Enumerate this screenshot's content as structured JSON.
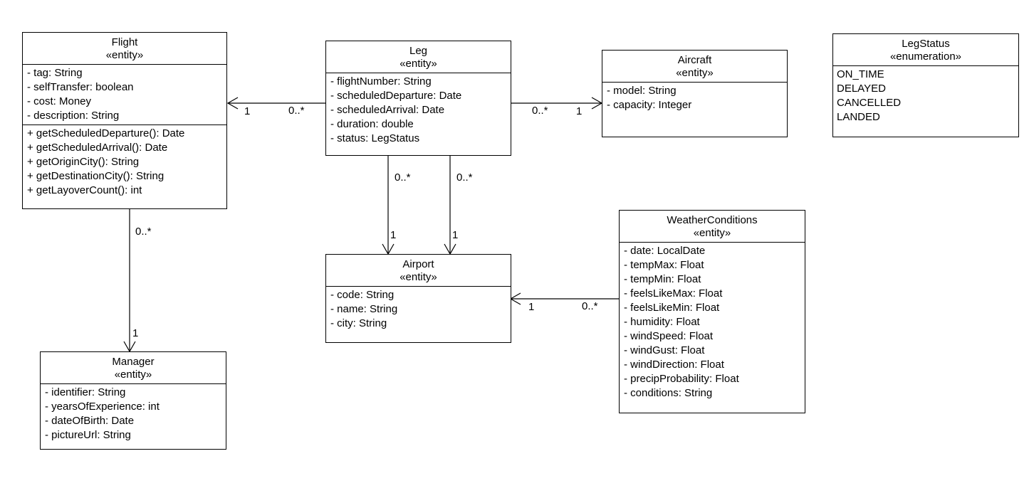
{
  "classes": {
    "flight": {
      "name": "Flight",
      "stereotype": "«entity»",
      "attributes": [
        "- tag: String",
        "- selfTransfer: boolean",
        "- cost: Money",
        "- description: String"
      ],
      "operations": [
        "+ getScheduledDeparture(): Date",
        "+ getScheduledArrival(): Date",
        "+ getOriginCity(): String",
        "+ getDestinationCity(): String",
        "+ getLayoverCount(): int"
      ]
    },
    "leg": {
      "name": "Leg",
      "stereotype": "«entity»",
      "attributes": [
        "- flightNumber: String",
        "- scheduledDeparture: Date",
        "- scheduledArrival: Date",
        "- duration: double",
        "- status: LegStatus"
      ]
    },
    "aircraft": {
      "name": "Aircraft",
      "stereotype": "«entity»",
      "attributes": [
        "- model: String",
        "- capacity: Integer"
      ]
    },
    "leg_status": {
      "name": "LegStatus",
      "stereotype": "«enumeration»",
      "literals": [
        "ON_TIME",
        "DELAYED",
        "CANCELLED",
        "LANDED"
      ]
    },
    "airport": {
      "name": "Airport",
      "stereotype": "«entity»",
      "attributes": [
        "- code: String",
        "- name: String",
        "- city: String"
      ]
    },
    "weather_conditions": {
      "name": "WeatherConditions",
      "stereotype": "«entity»",
      "attributes": [
        "- date: LocalDate",
        "- tempMax: Float",
        "- tempMin: Float",
        "- feelsLikeMax: Float",
        "- feelsLikeMin: Float",
        "- humidity: Float",
        "- windSpeed: Float",
        "- windGust: Float",
        "- windDirection: Float",
        "- precipProbability: Float",
        "- conditions: String"
      ]
    },
    "manager": {
      "name": "Manager",
      "stereotype": "«entity»",
      "attributes": [
        "- identifier: String",
        "- yearsOfExperience: int",
        "- dateOfBirth: Date",
        "- pictureUrl: String"
      ]
    }
  },
  "associations": {
    "leg_to_flight": {
      "source": "0..*",
      "target": "1"
    },
    "leg_to_aircraft": {
      "source": "0..*",
      "target": "1"
    },
    "leg_to_airport_a": {
      "source": "0..*",
      "target": "1"
    },
    "leg_to_airport_b": {
      "source": "0..*",
      "target": "1"
    },
    "weather_to_airport": {
      "source": "0..*",
      "target": "1"
    },
    "flight_to_manager": {
      "source": "0..*",
      "target": "1"
    }
  }
}
